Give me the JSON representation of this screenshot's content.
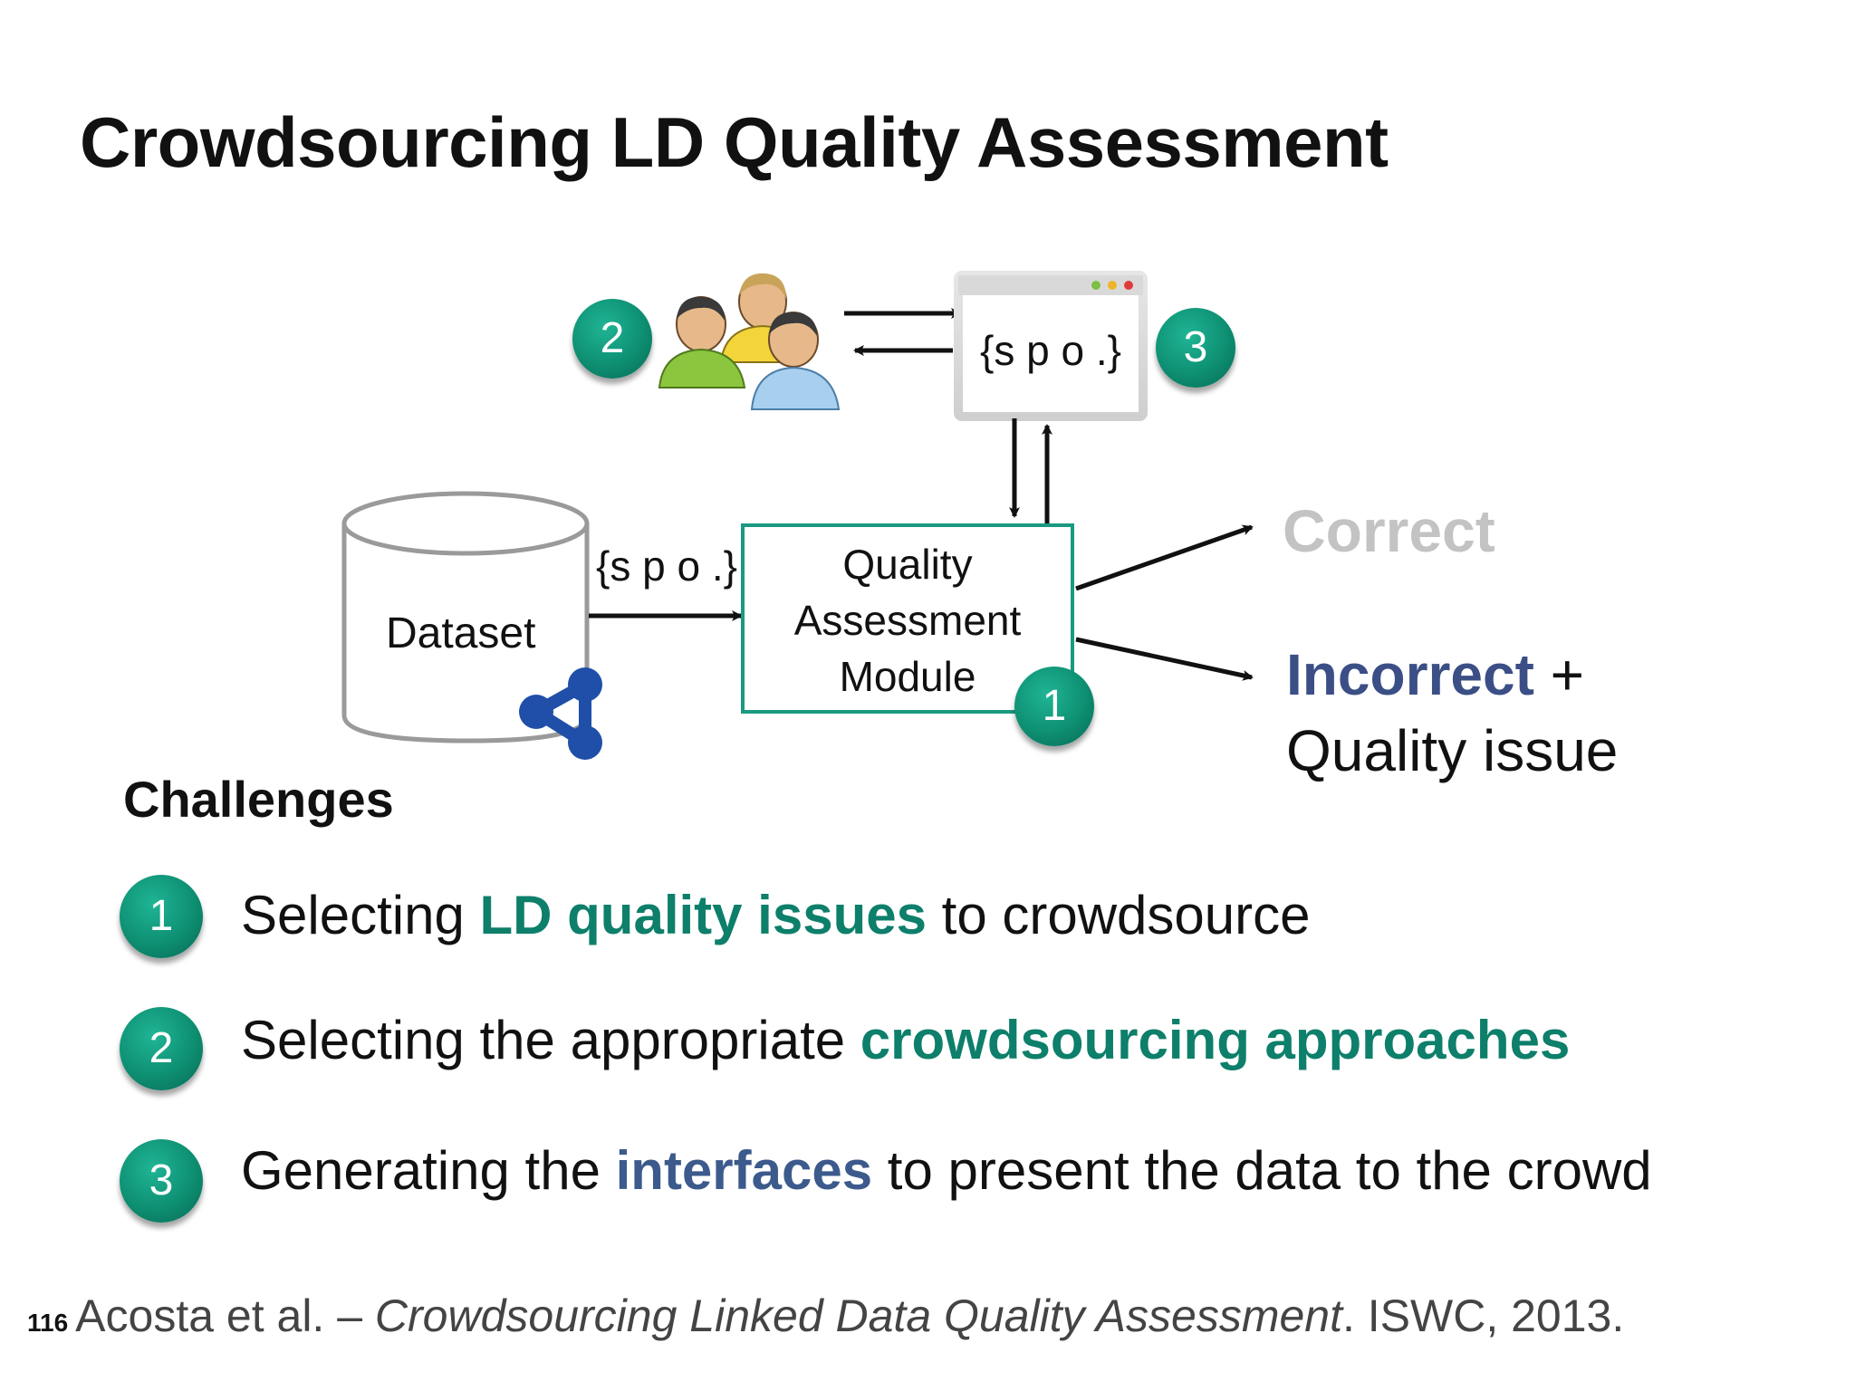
{
  "slide": {
    "title": "Crowdsourcing LD Quality Assessment",
    "page_number": "116"
  },
  "diagram": {
    "crowd_badge": "2",
    "interface_badge": "3",
    "module_badge": "1",
    "interface_triple": "{s p o .}",
    "dataset_label": "Dataset",
    "dataset_triple": "{s p o .}",
    "module_lines": [
      "Quality",
      "Assessment",
      "Module"
    ],
    "correct_label": "Correct",
    "incorrect_word": "Incorrect",
    "incorrect_plus": " +",
    "quality_issue": "Quality issue"
  },
  "challenges": {
    "heading": "Challenges",
    "items": [
      {
        "num": "1",
        "pre": "Selecting ",
        "hl": "LD quality issues",
        "post": " to crowdsource",
        "hl_color": "green"
      },
      {
        "num": "2",
        "pre": "Selecting the appropriate ",
        "hl": "crowdsourcing approaches",
        "post": "",
        "hl_color": "green"
      },
      {
        "num": "3",
        "pre": "Generating the ",
        "hl": "interfaces",
        "post": " to present the data to the crowd",
        "hl_color": "blue"
      }
    ]
  },
  "citation": {
    "authors": "Acosta et al. – ",
    "paper_title": "Crowdsourcing Linked Data Quality Assessment",
    "venue": ". ISWC, 2013."
  },
  "colors": {
    "badge_green": "#0e8f72",
    "highlight_green": "#0d7f6a",
    "highlight_blue": "#3c5a8c",
    "incorrect_blue": "#3b4f86",
    "correct_grey": "#c3c3c3",
    "module_border": "#1a9a80"
  }
}
